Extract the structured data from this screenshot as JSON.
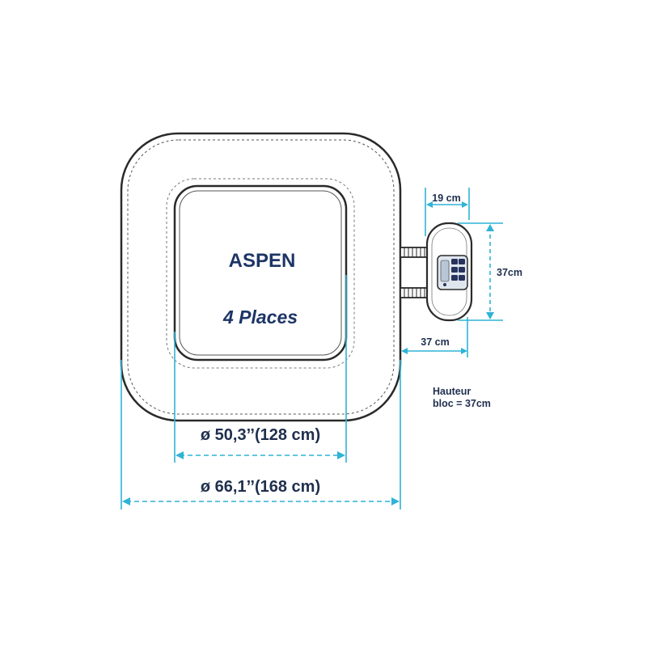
{
  "product": {
    "name": "ASPEN",
    "capacity": "4 Places"
  },
  "dimensions": {
    "inner_diameter": "ø 50,3’’(128 cm)",
    "outer_diameter": "ø 66,1’’(168 cm)",
    "pump_width_top": "19 cm",
    "pump_height": "37cm",
    "pump_width_bottom": "37 cm"
  },
  "note": {
    "line1": "Hauteur",
    "line2": "bloc = 37cm"
  },
  "colors": {
    "dimension_line": "#2fb3d6",
    "outline": "#2a2a2a",
    "title_text": "#1d3566",
    "dimension_text": "#1f2f4d"
  }
}
